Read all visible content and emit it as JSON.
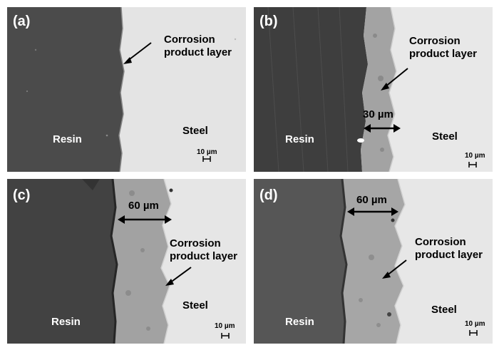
{
  "panels": [
    {
      "label": "(a)",
      "resin": "Resin",
      "steel": "Steel",
      "annotation_line1": "Corrosion",
      "annotation_line2": "product layer",
      "scale_bar": "10 µm",
      "measurement": ""
    },
    {
      "label": "(b)",
      "resin": "Resin",
      "steel": "Steel",
      "annotation_line1": "Corrosion",
      "annotation_line2": "product layer",
      "scale_bar": "10 µm",
      "measurement": "30 µm"
    },
    {
      "label": "(c)",
      "resin": "Resin",
      "steel": "Steel",
      "annotation_line1": "Corrosion",
      "annotation_line2": "product layer",
      "scale_bar": "10 µm",
      "measurement": "60 µm"
    },
    {
      "label": "(d)",
      "resin": "Resin",
      "steel": "Steel",
      "annotation_line1": "Corrosion",
      "annotation_line2": "product layer",
      "scale_bar": "10 µm",
      "measurement": "60 µm"
    }
  ],
  "colors": {
    "resin": "#4a4a4a",
    "steel": "#e6e6e6",
    "corrosion_product": "#a9a9a9"
  }
}
